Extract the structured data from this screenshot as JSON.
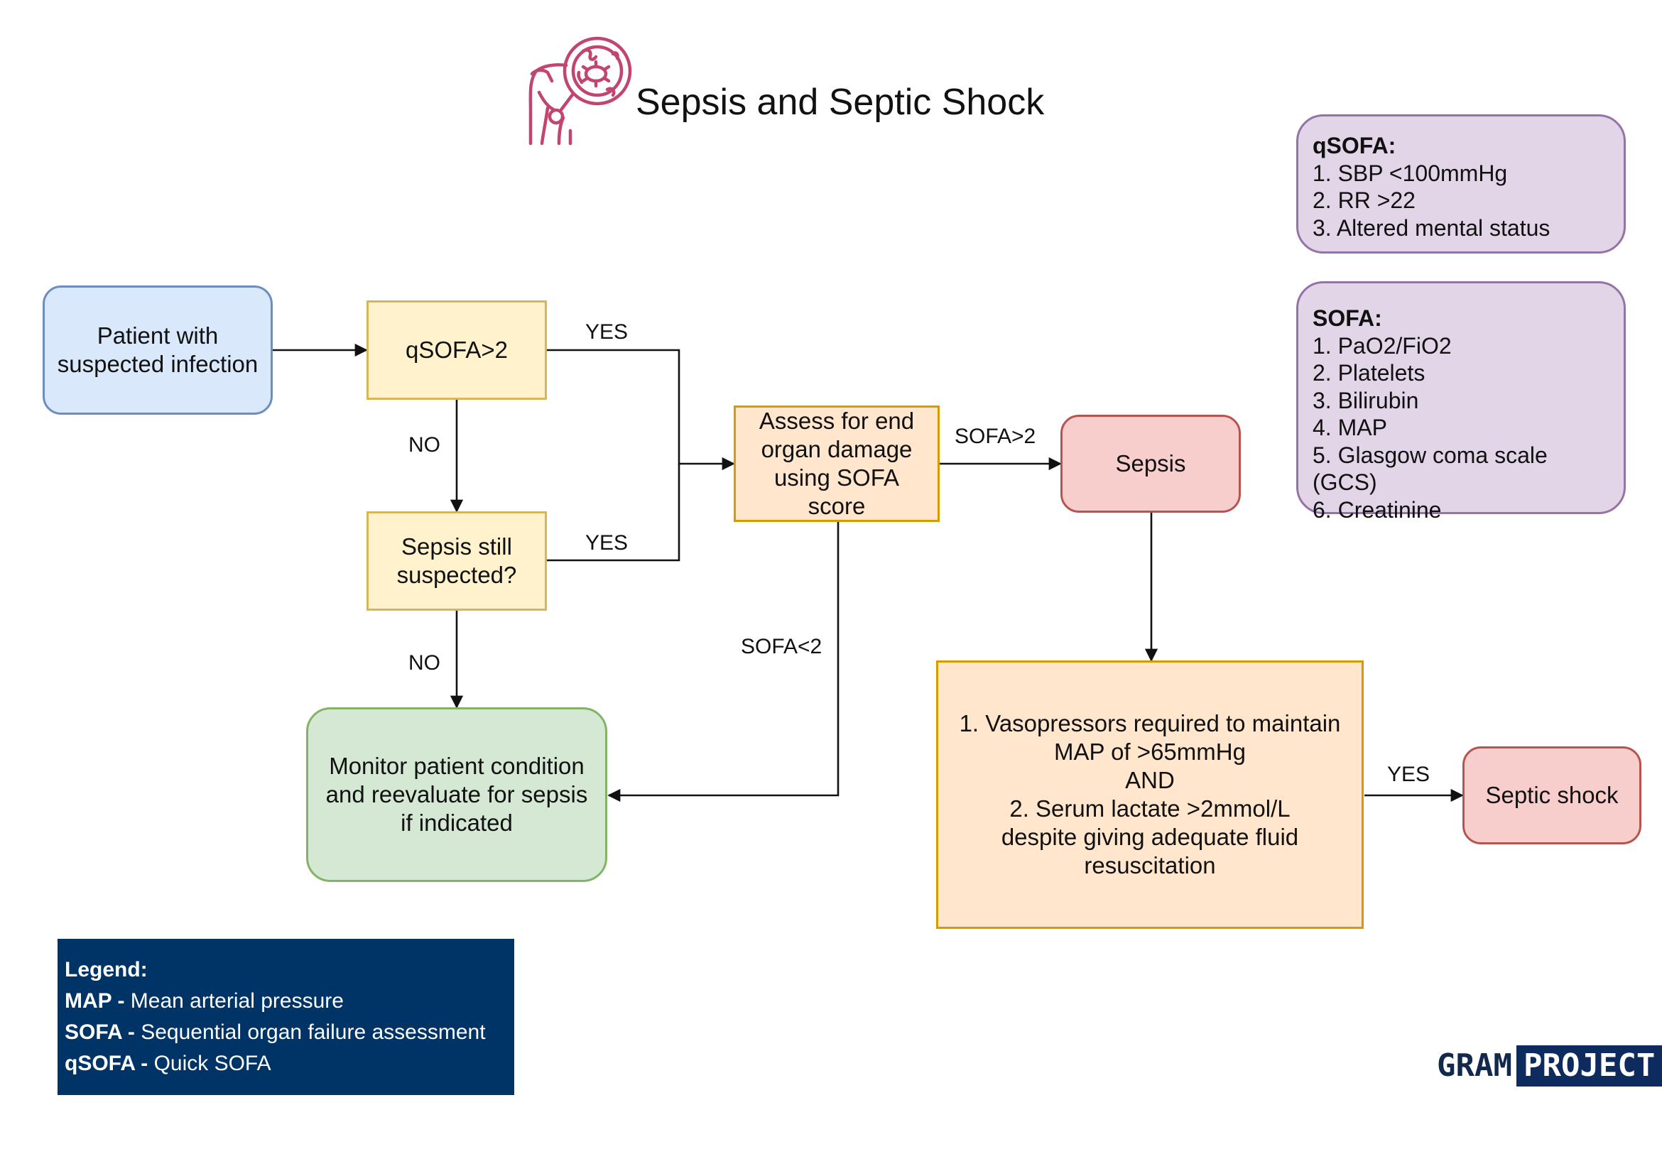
{
  "title": "Sepsis and Septic Shock",
  "nodes": {
    "patient": "Patient with\nsuspected infection",
    "qsofa": "qSOFA>2",
    "sepsis_still": "Sepsis still\nsuspected?",
    "assess": "Assess for end\norgan damage\nusing SOFA score",
    "sepsis": "Sepsis",
    "monitor": "Monitor patient condition\nand reevaluate for sepsis\nif indicated",
    "vasopressors": "1. Vasopressors required to maintain\nMAP of >65mmHg\nAND\n2. Serum lactate >2mmol/L\ndespite giving adequate fluid\nresuscitation",
    "septic_shock": "Septic shock"
  },
  "edge_labels": {
    "qsofa_yes": "YES",
    "qsofa_no": "NO",
    "still_yes": "YES",
    "still_no": "NO",
    "sofa_gt": "SOFA>2",
    "sofa_lt": "SOFA<2",
    "shock_yes": "YES"
  },
  "qsofa_box": {
    "heading": "qSOFA:",
    "items": [
      "1. SBP <100mmHg",
      "2. RR >22",
      "3. Altered mental status"
    ]
  },
  "sofa_box": {
    "heading": "SOFA:",
    "items": [
      "1. PaO2/FiO2",
      "2. Platelets",
      "3. Bilirubin",
      "4. MAP",
      "5. Glasgow coma scale (GCS)",
      "6. Creatinine"
    ]
  },
  "legend": {
    "heading": "Legend:",
    "entries": [
      {
        "term": "MAP - ",
        "definition": "Mean arterial pressure"
      },
      {
        "term": "SOFA - ",
        "definition": "Sequential organ failure assessment"
      },
      {
        "term": "qSOFA - ",
        "definition": "Quick SOFA"
      }
    ]
  },
  "brand": {
    "part1": "GRAM",
    "part2": "PROJECT"
  },
  "colors": {
    "icon": "#c2456e",
    "edge": "#111111",
    "legend_bg": "#003366",
    "brand": "#0d2b5e"
  },
  "icons": {
    "header": "sepsis-body-magnifier-icon"
  }
}
